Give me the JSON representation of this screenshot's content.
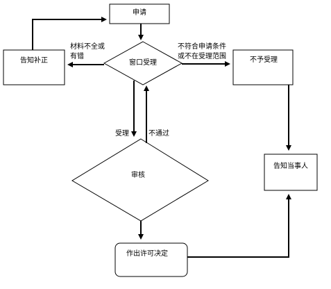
{
  "nodes": {
    "apply": "申请",
    "window_accept": "窗口受理",
    "notify_correction": "告知补正",
    "not_accept": "不予受理",
    "review": "审核",
    "notify_party": "告知当事人",
    "decision": "作出许可决定"
  },
  "edge_labels": {
    "incomplete_line1": "材料不全或",
    "incomplete_line2": "有错",
    "ineligible_line1": "不符合申请条件",
    "ineligible_line2": "或不在受理范围",
    "accepted": "受理",
    "not_passed": "不通过"
  }
}
